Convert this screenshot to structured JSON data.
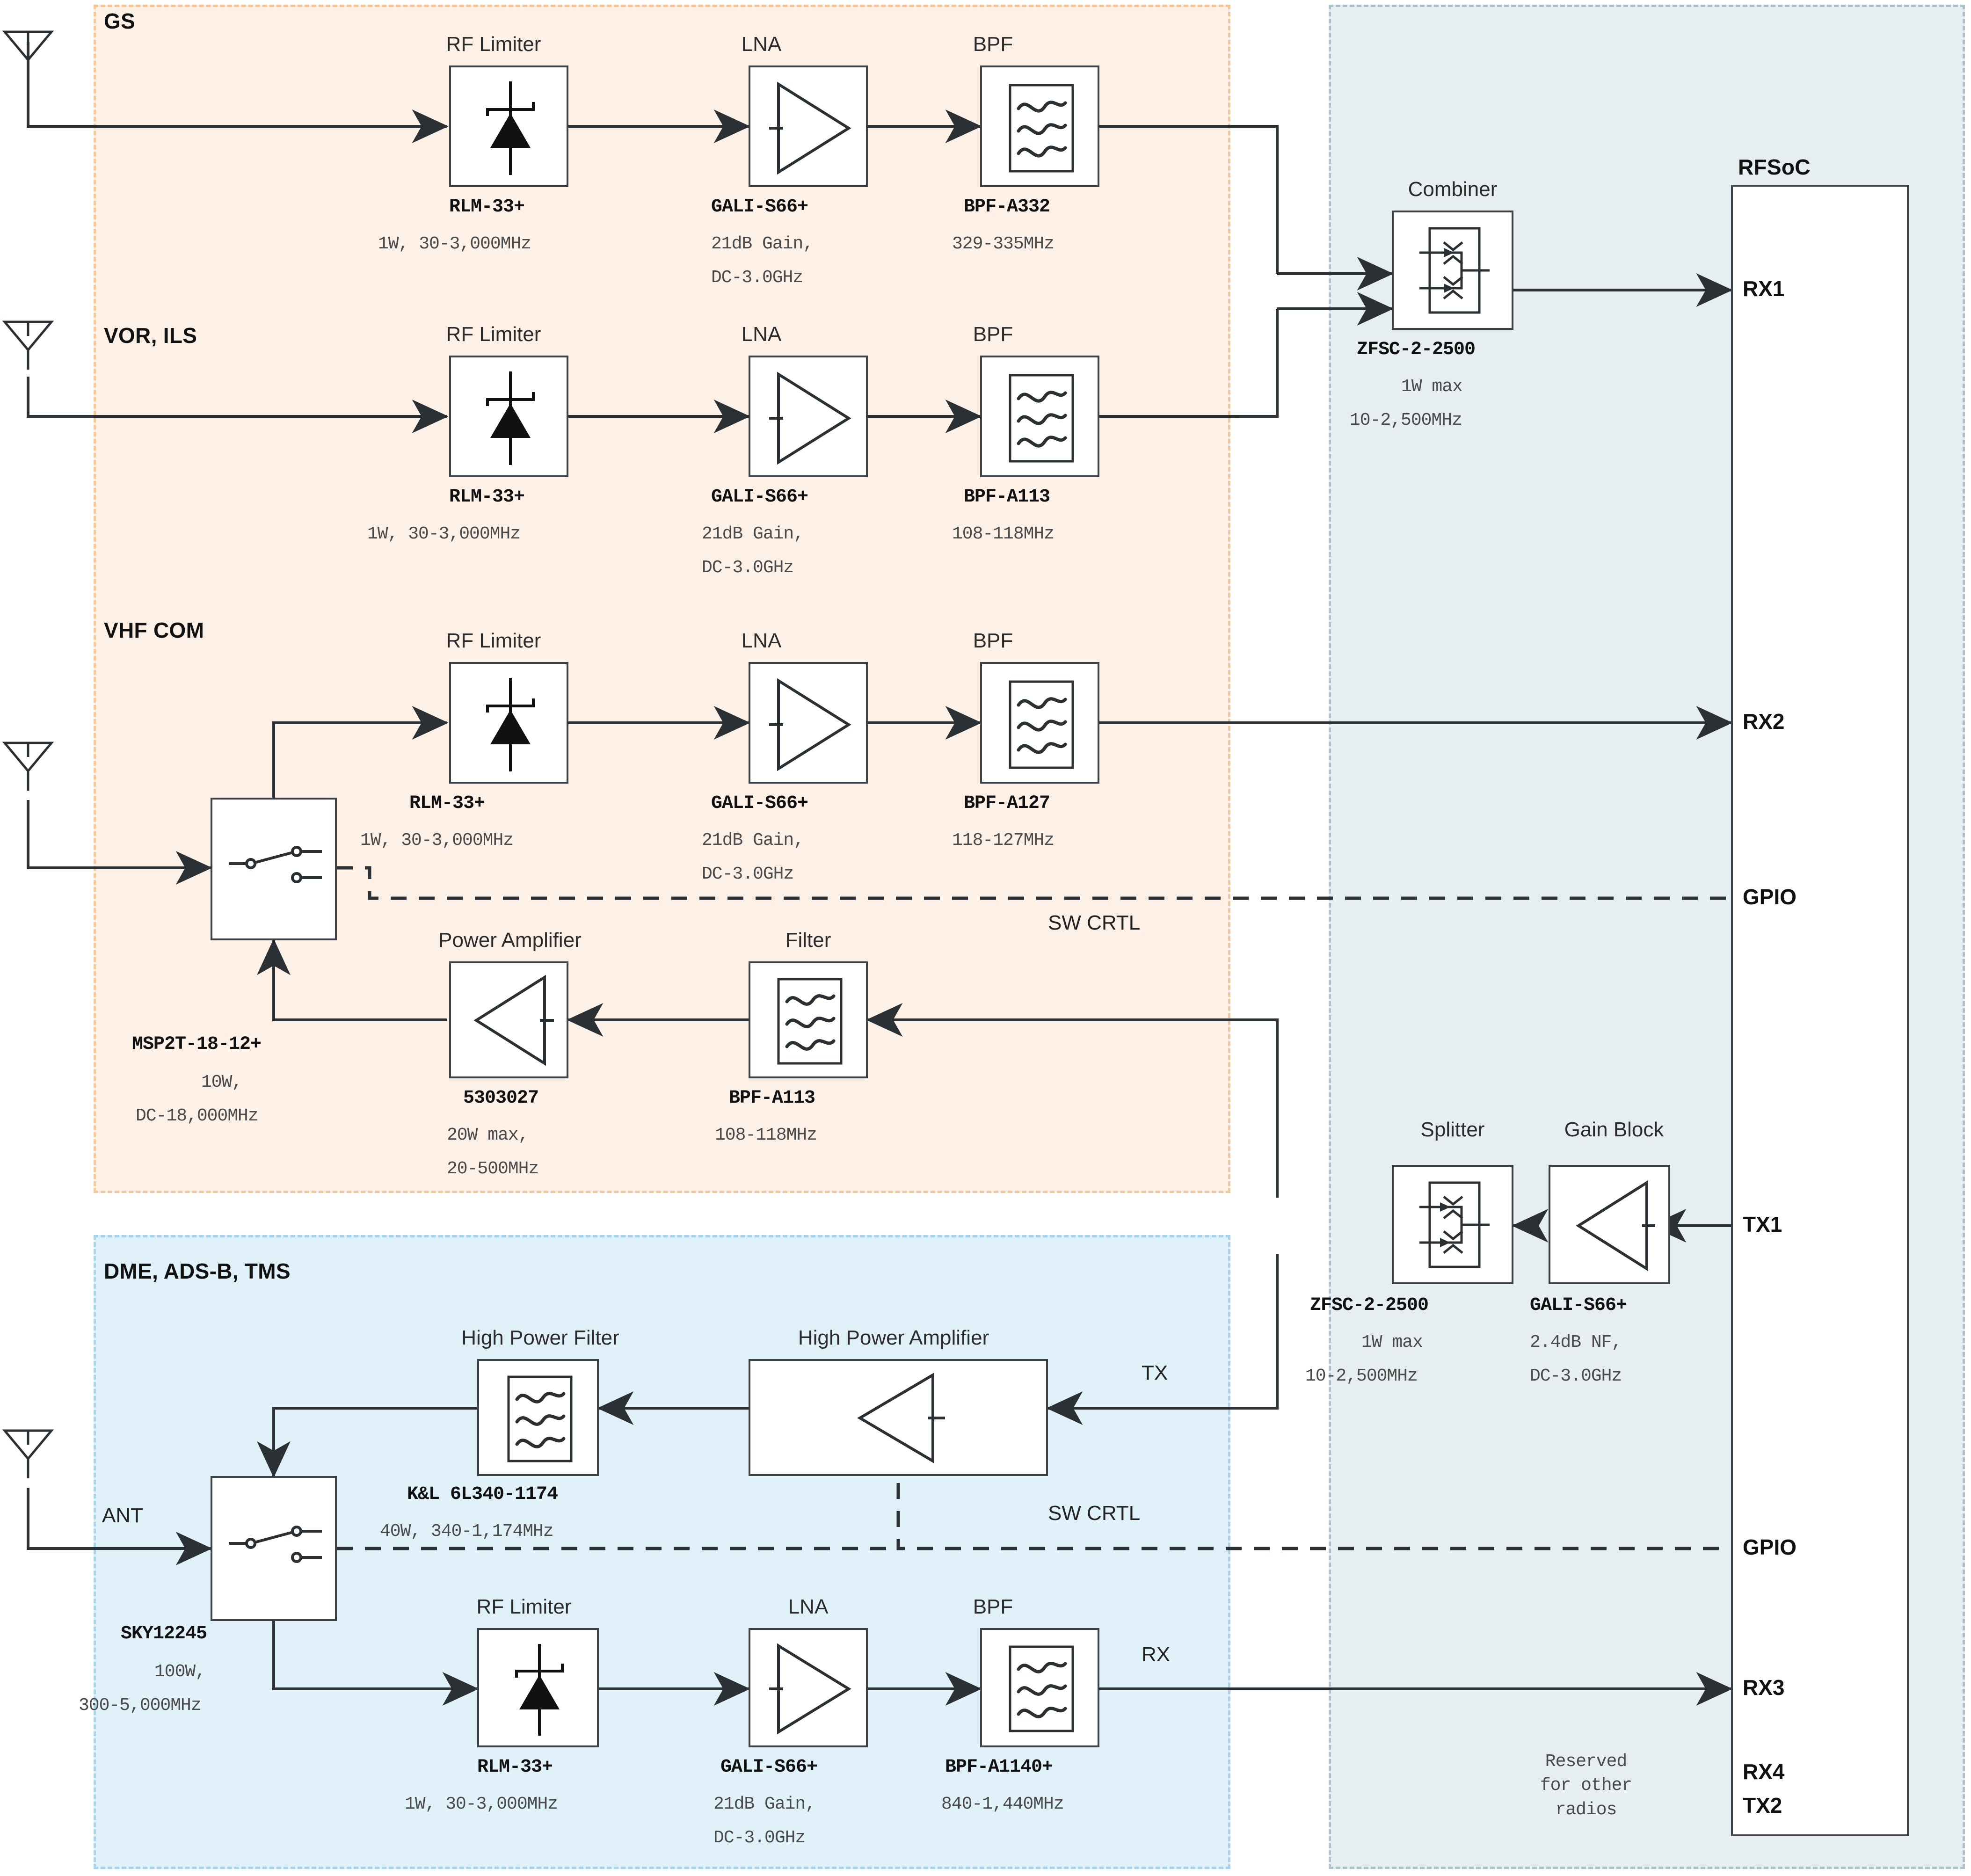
{
  "colors": {
    "peach_fill": "#FDF0E7",
    "peach_border": "#F3C79A",
    "blue_fill": "#E1F1FA",
    "blue_border": "#A8D3EA",
    "gray_fill": "#E7EEF1",
    "gray_border": "#AFC2CB",
    "line": "#2b3034",
    "block_border": "#3b4146"
  },
  "zones": {
    "analog_vhf": {
      "label": "GS"
    },
    "vor_ils": {
      "label": "VOR, ILS"
    },
    "vhf_com": {
      "label": "VHF COM"
    },
    "dme": {
      "label": "DME, ADS-B, TMS"
    },
    "rfsoc": {
      "label": "RFSoC"
    }
  },
  "chains": {
    "gs": {
      "name": "GS",
      "limiter": {
        "title": "RF Limiter",
        "pn": "RLM-33+",
        "spec": [
          "1W, 30-3,000MHz"
        ]
      },
      "lna": {
        "title": "LNA",
        "pn": "GALI-S66+",
        "spec": [
          "21dB Gain,",
          "DC-3.0GHz"
        ]
      },
      "bpf": {
        "title": "BPF",
        "pn": "BPF-A332",
        "spec": [
          "329-335MHz"
        ]
      }
    },
    "vor": {
      "name": "VOR, ILS",
      "limiter": {
        "title": "RF Limiter",
        "pn": "RLM-33+",
        "spec": [
          "1W, 30-3,000MHz"
        ]
      },
      "lna": {
        "title": "LNA",
        "pn": "GALI-S66+",
        "spec": [
          "21dB Gain,",
          "DC-3.0GHz"
        ]
      },
      "bpf": {
        "title": "BPF",
        "pn": "BPF-A113",
        "spec": [
          "108-118MHz"
        ]
      }
    },
    "vhf": {
      "name": "VHF COM",
      "switch": {
        "pn": "MSP2T-18-12+",
        "spec": [
          "10W,",
          "DC-18,000MHz"
        ]
      },
      "limiter": {
        "title": "RF Limiter",
        "pn": "RLM-33+",
        "spec": [
          "1W, 30-3,000MHz"
        ]
      },
      "lna": {
        "title": "LNA",
        "pn": "GALI-S66+",
        "spec": [
          "21dB Gain,",
          "DC-3.0GHz"
        ]
      },
      "bpf": {
        "title": "BPF",
        "pn": "BPF-A127",
        "spec": [
          "118-127MHz"
        ]
      },
      "pa": {
        "title": "Power Amplifier",
        "pn": "5303027",
        "spec": [
          "20W max,",
          "20-500MHz"
        ]
      },
      "filter": {
        "title": "Filter",
        "pn": "BPF-A113",
        "spec": [
          "108-118MHz"
        ]
      },
      "swctrl_label": "SW CRTL"
    },
    "dme": {
      "name": "DME, ADS-B, TMS",
      "ant_label": "ANT",
      "switch": {
        "pn": "SKY12245",
        "spec": [
          "100W,",
          "300-5,000MHz"
        ]
      },
      "hpf": {
        "title": "High Power Filter",
        "pn": "K&L 6L340-1174",
        "spec": [
          "40W, 340-1,174MHz"
        ]
      },
      "hpa": {
        "title": "High Power Amplifier",
        "pn": "",
        "spec": []
      },
      "limiter": {
        "title": "RF Limiter",
        "pn": "RLM-33+",
        "spec": [
          "1W, 30-3,000MHz"
        ]
      },
      "lna": {
        "title": "LNA",
        "pn": "GALI-S66+",
        "spec": [
          "21dB Gain,",
          "DC-3.0GHz"
        ]
      },
      "bpf": {
        "title": "BPF",
        "pn": "BPF-A1140+",
        "spec": [
          "840-1,440MHz"
        ]
      },
      "tx_label": "TX",
      "rx_label": "RX",
      "swctrl_label": "SW CRTL"
    },
    "rf_front": {
      "combiner": {
        "title": "Combiner",
        "pn": "ZFSC-2-2500",
        "spec": [
          "1W max",
          "10-2,500MHz"
        ]
      },
      "splitter": {
        "title": "Splitter",
        "pn": "ZFSC-2-2500",
        "spec": [
          "1W max",
          "10-2,500MHz"
        ]
      },
      "gain_block": {
        "title": "Gain Block",
        "pn": "GALI-S66+",
        "spec": [
          "2.4dB NF,",
          "DC-3.0GHz"
        ]
      }
    }
  },
  "rfsoc": {
    "title": "RFSoC",
    "ports": [
      {
        "id": "rx1",
        "label": "RX1"
      },
      {
        "id": "rx2",
        "label": "RX2"
      },
      {
        "id": "gpio1",
        "label": "GPIO"
      },
      {
        "id": "tx1",
        "label": "TX1"
      },
      {
        "id": "gpio2",
        "label": "GPIO"
      },
      {
        "id": "rx3",
        "label": "RX3"
      },
      {
        "id": "rx4",
        "label": "RX4"
      },
      {
        "id": "tx2",
        "label": "TX2"
      }
    ],
    "reserved_note": [
      "Reserved",
      "for other",
      "radios"
    ]
  }
}
